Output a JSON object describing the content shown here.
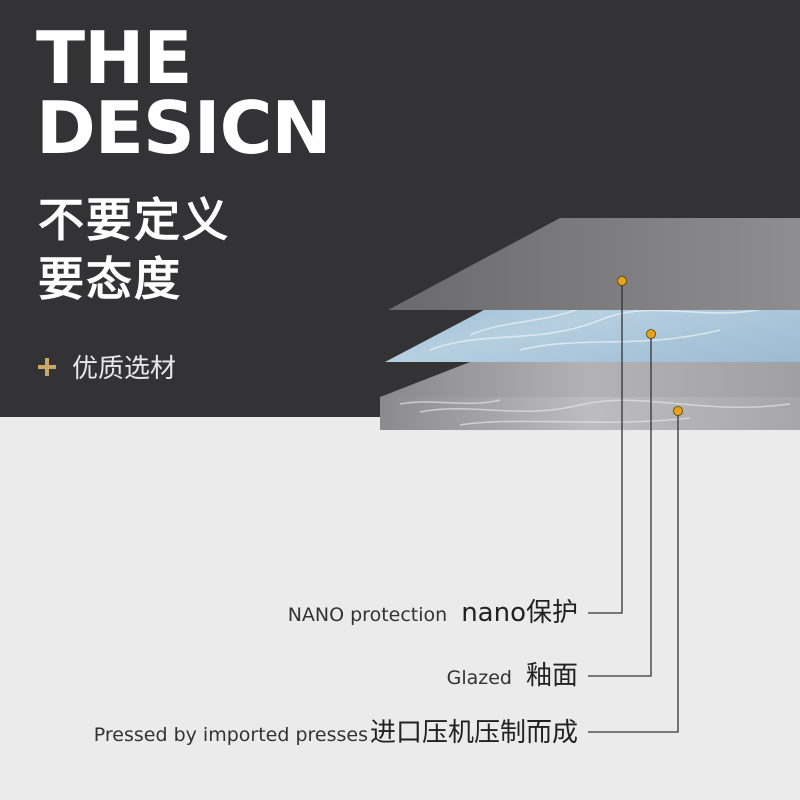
{
  "headline": {
    "line1": "THE",
    "line2": "DESICN"
  },
  "subheadline": {
    "line1": "不要定义",
    "line2": "要态度"
  },
  "feature": {
    "icon": "plus-icon",
    "text": "优质选材"
  },
  "layers": [
    {
      "en": "NANO protection",
      "cn": "nano保护"
    },
    {
      "en": "Glazed",
      "cn": "釉面"
    },
    {
      "en": "Pressed by imported presses",
      "cn": "进口压机压制而成"
    }
  ],
  "colors": {
    "dark_panel": "#333336",
    "light_panel": "#ebebeb",
    "accent": "#c9a767",
    "marker": "#e8a21c"
  }
}
